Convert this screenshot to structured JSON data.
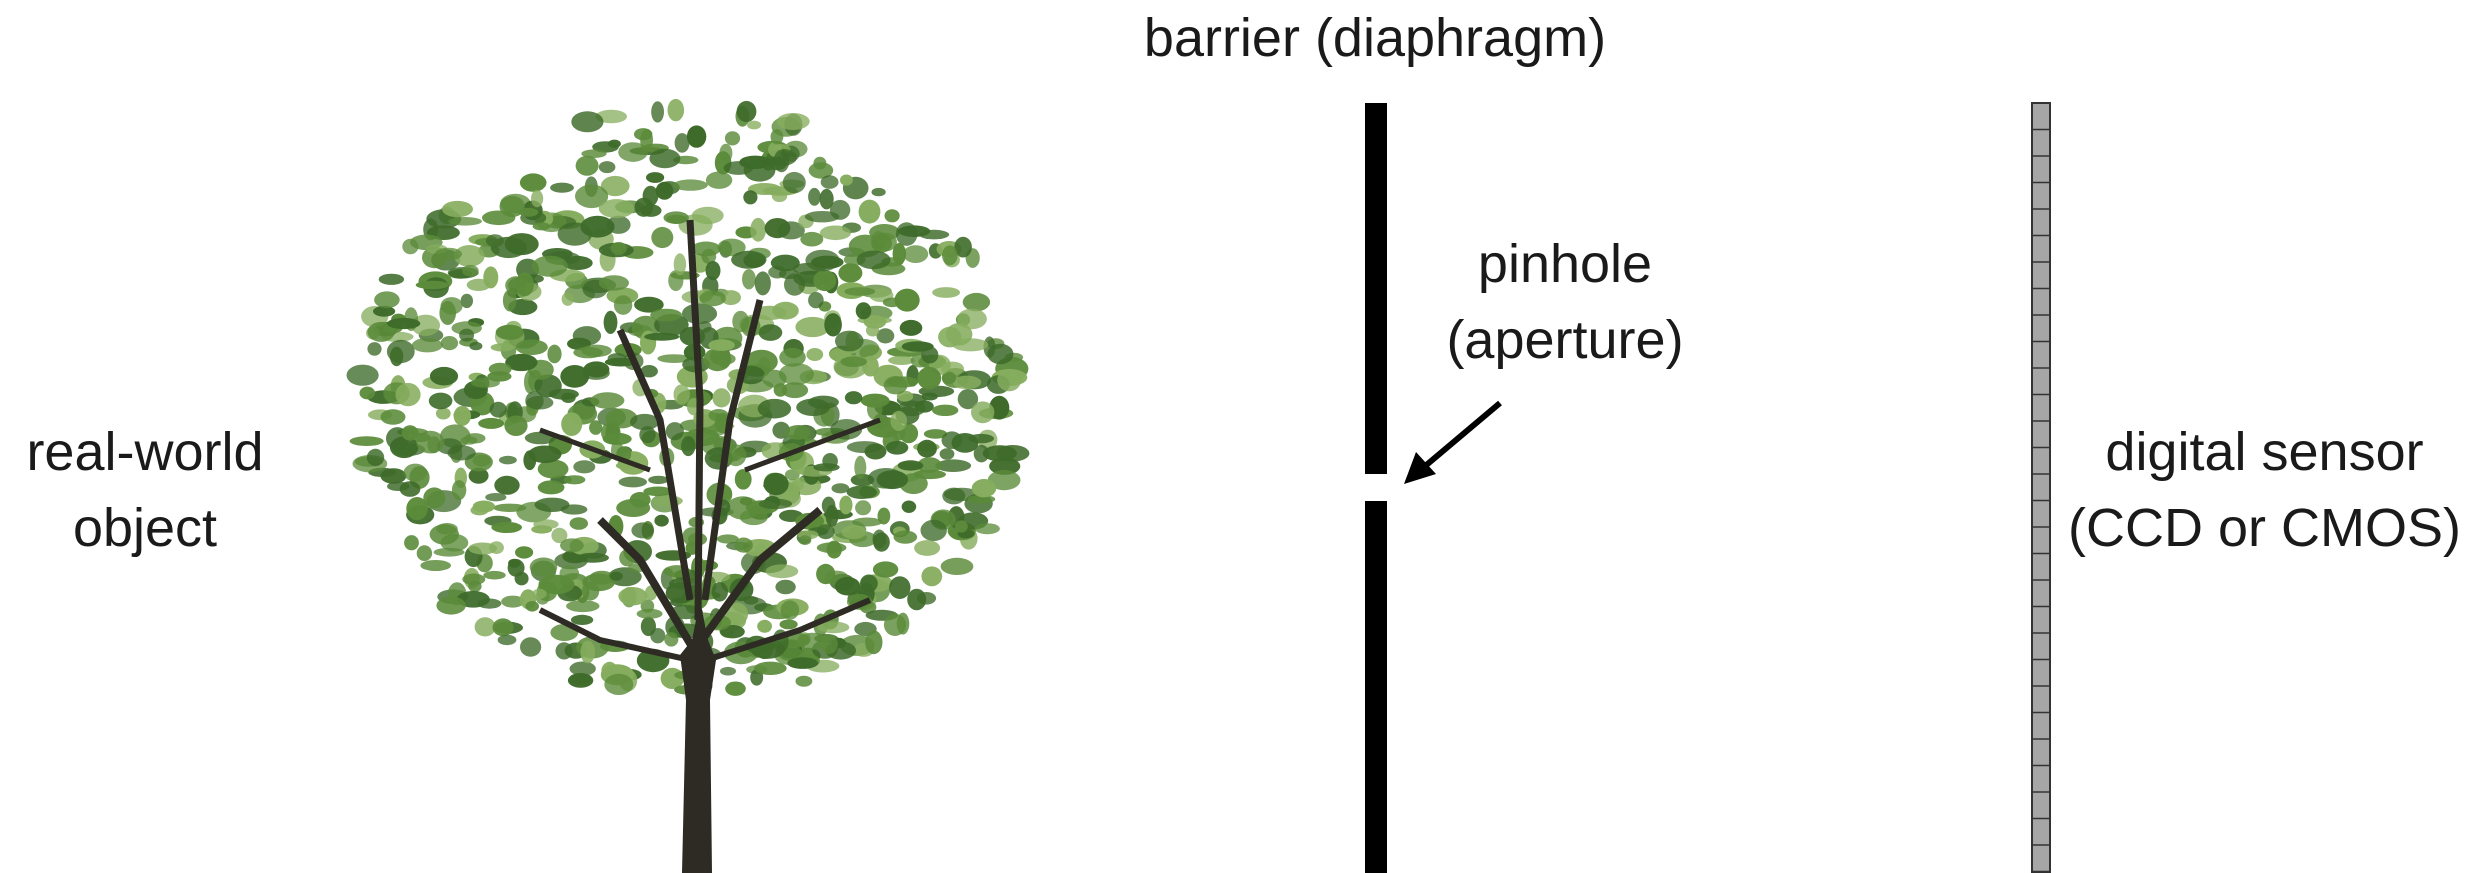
{
  "labels": {
    "object_line1": "real-world",
    "object_line2": "object",
    "barrier": "barrier (diaphragm)",
    "pinhole_line1": "pinhole",
    "pinhole_line2": "(aperture)",
    "sensor_line1": "digital sensor",
    "sensor_line2": "(CCD or CMOS)"
  },
  "icons": {
    "object": "tree-icon",
    "arrow": "arrow-icon"
  },
  "colors": {
    "barrier": "#000000",
    "sensor_cell": "#a6a6a6",
    "sensor_border": "#333333",
    "foliage_dark": "#3e6b2a",
    "foliage_mid": "#5b8b3a",
    "foliage_light": "#86ad5e",
    "trunk": "#2e2a24"
  }
}
